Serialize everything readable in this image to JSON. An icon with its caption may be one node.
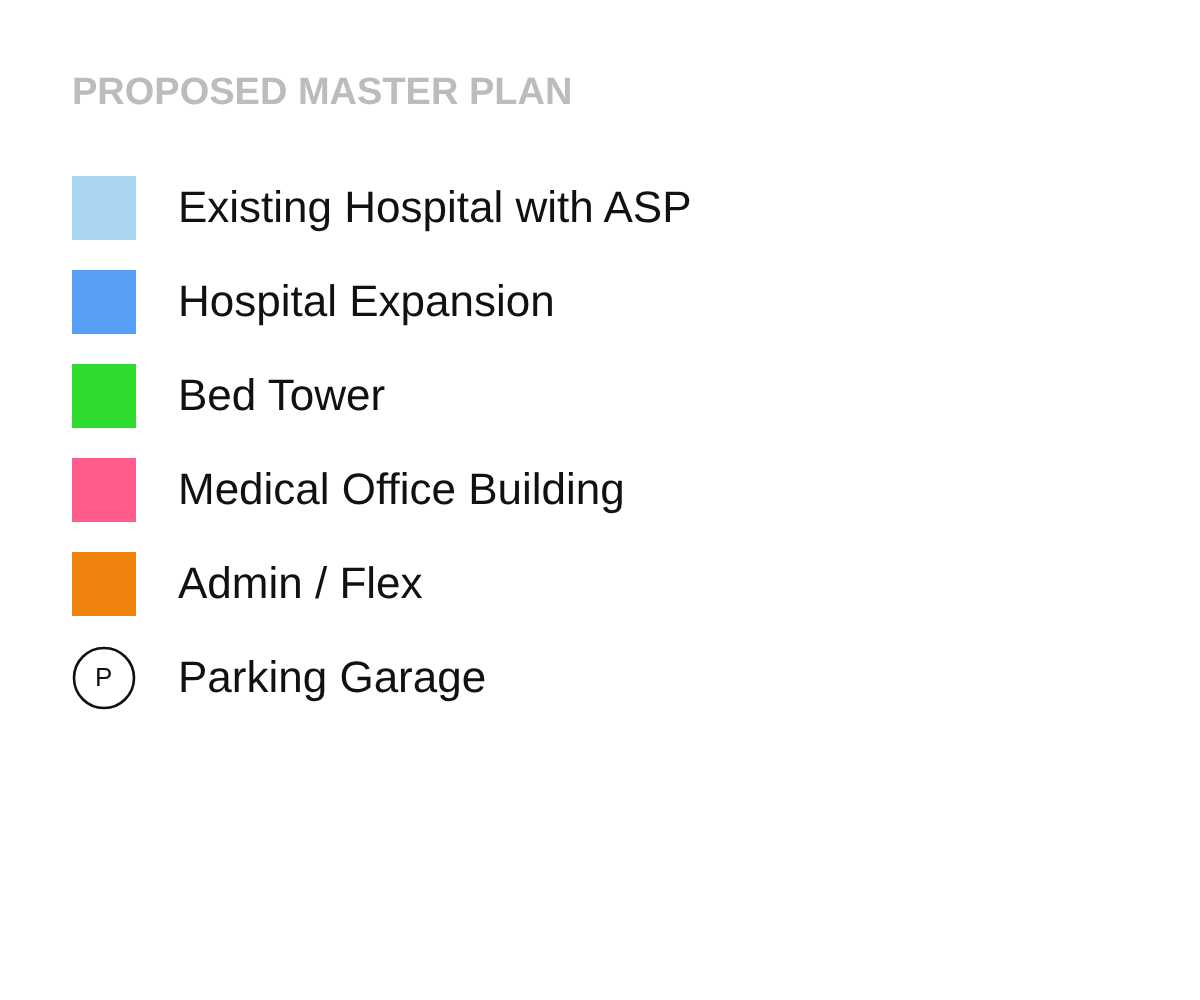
{
  "diagram": {
    "title": "PROPOSED MASTER PLAN",
    "labels": [
      "P"
    ],
    "legend": [
      {
        "text": "Existing Hospital with ASP",
        "color": "#a9d5f1"
      },
      {
        "text": "Hospital Expansion",
        "color": "#579ff6"
      },
      {
        "text": "Bed Tower",
        "color": "#2ddc2d"
      },
      {
        "text": "Medical Office Building",
        "color": "#ff5c8b"
      },
      {
        "text": "Admin / Flex",
        "color": "#f0830e"
      },
      {
        "text": "Parking Garage"
      }
    ]
  }
}
